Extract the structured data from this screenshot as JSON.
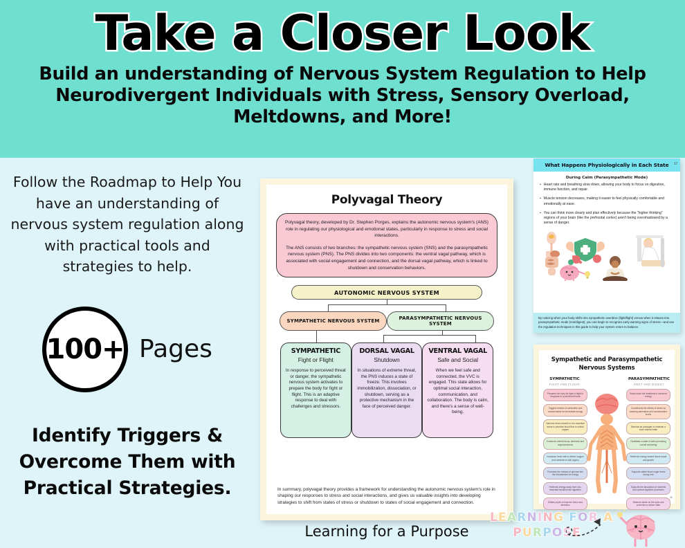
{
  "banner": {
    "title": "Take a Closer Look",
    "subtitle": "Build an understanding of Nervous System Regulation to Help Neurodivergent Individuals with Stress, Sensory Overload, Meltdowns, and More!",
    "bg_color": "#6FDFD0"
  },
  "page": {
    "bg_color": "#DEF4F8"
  },
  "left": {
    "intro": "Follow the Roadmap to Help You have an understanding of nervous system regulation along with practical tools and strategies to help.",
    "pages_count": "100+",
    "pages_label": "Pages",
    "cta": "Identify Triggers & Overcome Them with Practical Strategies."
  },
  "document": {
    "caption": "Learning for a Purpose",
    "title": "Polyvagal Theory",
    "intro_paragraphs": [
      "Polyvagal theory, developed by Dr. Stephen Porges, explains the autonomic nervous system's (ANS) role in regulating our physiological and emotional states, particularly in response to stress and social interactions.",
      "The ANS consists of two branches: the sympathetic nervous system (SNS) and the parasympathetic nervous system (PNS). The PNS divides into two components: the ventral vagal pathway, which is associated with social engagement and connection, and the dorsal vagal pathway, which is linked to shutdown and conservation behaviors."
    ],
    "root_label": "AUTONOMIC NERVOUS SYSTEM",
    "branches": [
      {
        "label": "SYMPATHETIC NERVOUS SYSTEM",
        "color": "#FAD7BE"
      },
      {
        "label": "PARASYMPATHETIC NERVOUS SYSTEM",
        "color": "#DCF2DD"
      }
    ],
    "states": [
      {
        "title": "SYMPATHETIC",
        "subtitle": "Fight or Flight",
        "body": "In response to perceived threat or danger, the sympathetic nervous system activates to prepare the body for fight or flight. This is an adaptive response to deal with challenges and stressors.",
        "color": "#D5F0E4"
      },
      {
        "title": "DORSAL VAGAL",
        "subtitle": "Shutdown",
        "body": "In situations of extreme threat, the PNS induces a state of freeze. This involves immobilization, dissociation, or shutdown, serving as a protective mechanism in the face of perceived danger.",
        "color": "#EADDF2"
      },
      {
        "title": "VENTRAL VAGAL",
        "subtitle": "Safe and Social",
        "body": "When we feel safe and connected, the VVC is engaged. This state allows for optimal social interaction, communication, and collaboration. The body is calm, and there's a sense of well-being.",
        "color": "#F6DDEF"
      }
    ],
    "summary": "In summary, polyvagal theory provides a framework for understanding the autonomic nervous system's role in shaping our responses to stress and social interactions, and gives us valuable insights into developing strategies to shift from states of stress or shutdown to states of social engagement and connection."
  },
  "card1": {
    "header": "What Happens Physiologically in Each State",
    "page_number": "17",
    "subheader": "During Calm (Parasympathetic Mode)",
    "bullets": [
      "Heart rate and breathing slow down, allowing your body to focus on digestion, immune function, and repair.",
      "Muscle tension decreases, making it easier to feel physically comfortable and emotionally at ease.",
      "You can think more clearly and plan effectively because the \"higher thinking\" regions of your brain (like the prefrontal cortex) aren't being overshadowed by a sense of danger."
    ],
    "footer": "By noticing when your body shifts into sympathetic overdrive (fight/flight) versus when it relaxes into parasympathetic mode (rest/digest), you can begin to recognize early warning signs of stress—and use the regulation techniques in this guide to help your system return to balance.",
    "header_color": "#76E3EE",
    "footer_color": "#B9ECF3"
  },
  "card2": {
    "title": "Sympathetic and Parasympathetic Nervous Systems",
    "page_number": "32",
    "left_column": {
      "title": "SYMPATHETIC",
      "subtitle": "FIGHT AND FLIGHT",
      "items": [
        "Prepares the body for fight or flight in response to a perceived threat",
        "Triggers release of adrenaline and noradrenaline for immediate energy",
        "Narrows blood vessels in non-essential areas to prioritize blood flow to critical organs",
        "Enhances mental focus, alertness and responsiveness",
        "Increases heart rate to deliver oxygen and nutrients to vital organs",
        "Promotes the release of glucose into the bloodstream for energy",
        "Redirects energy away from non-essential functions like digestion",
        "Dilates pupils to improve vision and alertness"
      ]
    },
    "right_column": {
      "title": "PARASYMPATHETIC",
      "subtitle": "REST AND DIGEST",
      "items": [
        "Slows down the heartbeat to conserve energy",
        "Counteracts the effects of stress by lowering adrenaline and noradrenaline levels",
        "Narrows air passages to maintain a more relaxed state",
        "Facilitates a state of calm promoting overall well-being",
        "Redirects energy toward tissue repair and growth",
        "Supports stable blood sugar levels during rest",
        "Supports the absorption of nutrients and optimal digestive processes",
        "Reduces strain on the eyes and promotes a calmer state"
      ]
    }
  },
  "logo": {
    "line1": "LEARNING FOR A",
    "line2": "PURPOSE"
  }
}
